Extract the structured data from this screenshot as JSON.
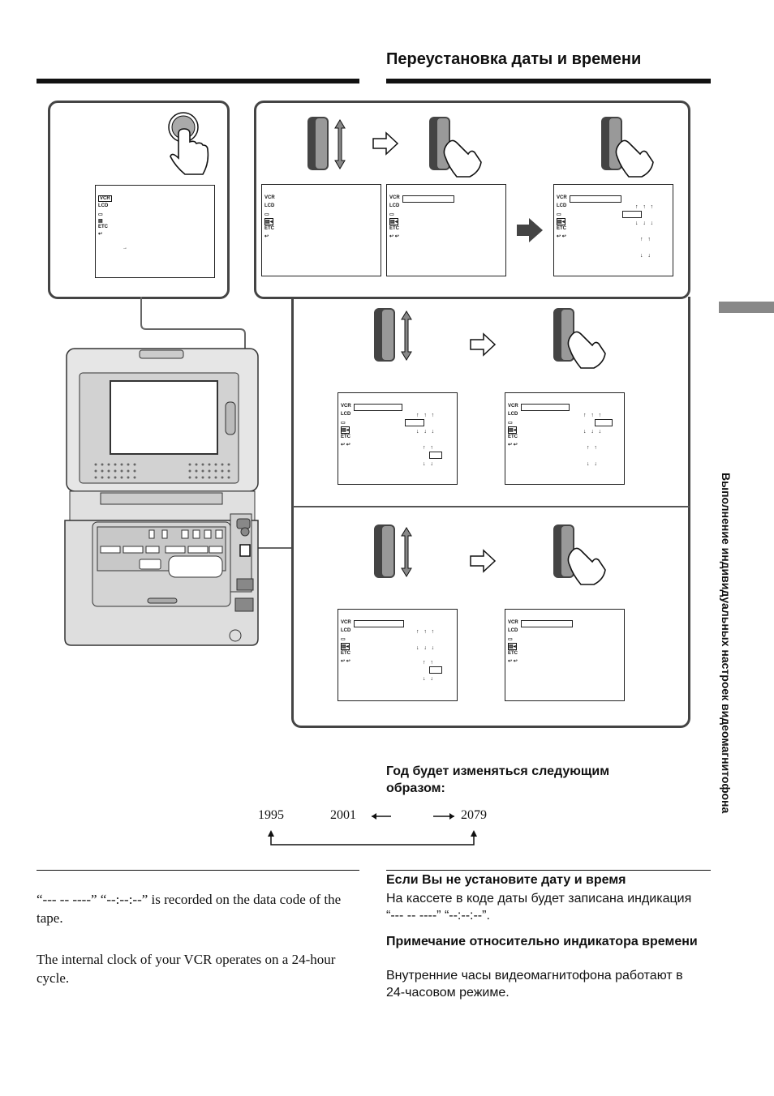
{
  "heading": "Переустановка даты и времени",
  "side_tab_text": "Выполнение индивидуальных настроек видеомагнитофона",
  "menu_labels": {
    "vcr": "VCR",
    "lcd": "LCD",
    "etc": "ETC"
  },
  "year_cycle": {
    "caption": "Год будет изменяться следующим образом:",
    "y1": "1995",
    "y2": "2001",
    "y3": "2079"
  },
  "english": {
    "p1": "“--- -- ----” “--:--:--” is recorded on the data code of the tape.",
    "p2": "The internal clock of your VCR operates on a 24-hour cycle."
  },
  "russian": {
    "h1": "Если Вы не установите дату и время",
    "p1": "На кассете в коде даты будет записана индикация “--- -- ----” “--:--:--”.",
    "h2": "Примечание относительно индикатора времени",
    "p2": "Внутренние часы видеомагнитофона работают в 24-часовом режиме."
  }
}
